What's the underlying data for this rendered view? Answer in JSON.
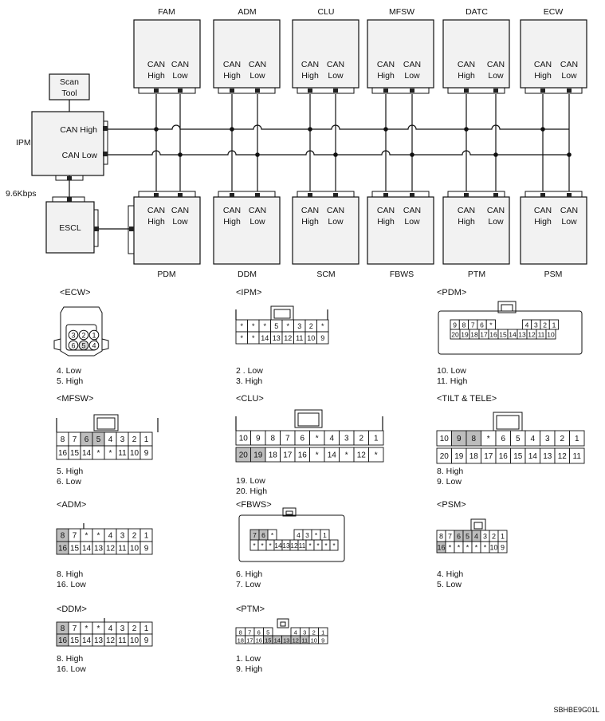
{
  "top_modules": [
    {
      "name": "FAM",
      "l1": "CAN",
      "l2": "High",
      "l3": "CAN",
      "l4": "Low"
    },
    {
      "name": "ADM",
      "l1": "CAN",
      "l2": "High",
      "l3": "CAN",
      "l4": "Low"
    },
    {
      "name": "CLU",
      "l1": "CAN",
      "l2": "High",
      "l3": "CAN",
      "l4": "Low"
    },
    {
      "name": "MFSW",
      "l1": "CAN",
      "l2": "High",
      "l3": "CAN",
      "l4": "Low"
    },
    {
      "name": "DATC",
      "l1": "CAN",
      "l2": "High",
      "l3": "CAN",
      "l4": "Low"
    },
    {
      "name": "ECW",
      "l1": "CAN",
      "l2": "High",
      "l3": "CAN",
      "l4": "Low"
    }
  ],
  "bottom_modules": [
    {
      "name": "PDM",
      "l1": "CAN",
      "l2": "High",
      "l3": "CAN",
      "l4": "Low"
    },
    {
      "name": "DDM",
      "l1": "CAN",
      "l2": "High",
      "l3": "CAN",
      "l4": "Low"
    },
    {
      "name": "SCM",
      "l1": "CAN",
      "l2": "High",
      "l3": "CAN",
      "l4": "Low"
    },
    {
      "name": "FBWS",
      "l1": "CAN",
      "l2": "High",
      "l3": "CAN",
      "l4": "Low"
    },
    {
      "name": "PTM",
      "l1": "CAN",
      "l2": "High",
      "l3": "CAN",
      "l4": "Low"
    },
    {
      "name": "PSM",
      "l1": "CAN",
      "l2": "High",
      "l3": "CAN",
      "l4": "Low"
    }
  ],
  "scan_tool": {
    "line1": "Scan",
    "line2": "Tool"
  },
  "ipm": {
    "label": "IPM",
    "can_high": "CAN High",
    "can_low": "CAN Low",
    "speed": "9.6Kbps"
  },
  "escl": {
    "label": "ESCL"
  },
  "connectors": {
    "ecw": {
      "title": "<ECW>",
      "top": [
        "3",
        "2",
        "1"
      ],
      "bottom": [
        "6",
        "5",
        "4"
      ],
      "pin1": "4. Low",
      "pin2": "5. High"
    },
    "ipm": {
      "title": "<IPM>",
      "top": [
        "*",
        "*",
        "*",
        "5",
        "*",
        "3",
        "2",
        "*"
      ],
      "bottom": [
        "*",
        "*",
        "14",
        "13",
        "12",
        "11",
        "10",
        "9"
      ],
      "pin1": "2 . Low",
      "pin2": "3. High"
    },
    "pdm": {
      "title": "<PDM>",
      "top": [
        "9",
        "8",
        "7",
        "6",
        "*",
        "",
        "",
        "",
        "4",
        "3",
        "2",
        "1"
      ],
      "bottom": [
        "20",
        "19",
        "18",
        "17",
        "16",
        "15",
        "14",
        "13",
        "12",
        "11",
        "10"
      ],
      "pin1": "10. Low",
      "pin2": "11. High"
    },
    "mfsw": {
      "title": "<MFSW>",
      "top": [
        "8",
        "7",
        "6",
        "5",
        "4",
        "3",
        "2",
        "1"
      ],
      "bottom": [
        "16",
        "15",
        "14",
        "*",
        "*",
        "11",
        "10",
        "9"
      ],
      "pin1": "5. High",
      "pin2": "6. Low"
    },
    "clu": {
      "title": "<CLU>",
      "top": [
        "10",
        "9",
        "8",
        "7",
        "6",
        "*",
        "4",
        "3",
        "2",
        "1"
      ],
      "bottom": [
        "20",
        "19",
        "18",
        "17",
        "16",
        "*",
        "14",
        "*",
        "12",
        "*"
      ],
      "pin1": "19. Low",
      "pin2": "20. High"
    },
    "tilt": {
      "title": "<TILT & TELE>",
      "top": [
        "10",
        "9",
        "8",
        "*",
        "6",
        "5",
        "4",
        "3",
        "2",
        "1"
      ],
      "bottom": [
        "20",
        "19",
        "18",
        "17",
        "16",
        "15",
        "14",
        "13",
        "12",
        "11"
      ],
      "pin1": "8. High",
      "pin2": "9. Low"
    },
    "adm": {
      "title": "<ADM>",
      "top": [
        "8",
        "7",
        "*",
        "*",
        "4",
        "3",
        "2",
        "1"
      ],
      "bottom": [
        "16",
        "15",
        "14",
        "13",
        "12",
        "11",
        "10",
        "9"
      ],
      "pin1": "8. High",
      "pin2": "16. Low"
    },
    "fbws": {
      "title": "<FBWS>",
      "top": [
        "7",
        "6",
        "*",
        "",
        "",
        "4",
        "3",
        "*",
        "1"
      ],
      "bottom": [
        "*",
        "*",
        "*",
        "14",
        "13",
        "12",
        "11",
        "*",
        "*",
        "*",
        "*"
      ],
      "pin1": "6. High",
      "pin2": "7. Low"
    },
    "psm": {
      "title": "<PSM>",
      "top": [
        "8",
        "7",
        "6",
        "5",
        "4",
        "3",
        "2",
        "1"
      ],
      "bottom": [
        "16",
        "*",
        "*",
        "*",
        "*",
        "*",
        "10",
        "9"
      ],
      "pin1": "4. High",
      "pin2": "5. Low"
    },
    "ddm": {
      "title": "<DDM>",
      "top": [
        "8",
        "7",
        "*",
        "*",
        "4",
        "3",
        "2",
        "1"
      ],
      "bottom": [
        "16",
        "15",
        "14",
        "13",
        "12",
        "11",
        "10",
        "9"
      ],
      "pin1": "8. High",
      "pin2": "16. Low"
    },
    "ptm": {
      "title": "<PTM>",
      "top": [
        "8",
        "7",
        "6",
        "5",
        "",
        "",
        "4",
        "3",
        "2",
        "1"
      ],
      "bottom": [
        "18",
        "17",
        "16",
        "15",
        "14",
        "13",
        "12",
        "11",
        "10",
        "9"
      ],
      "pin1": "1. Low",
      "pin2": "9. High"
    }
  },
  "figure_code": "SBHBE9G01L"
}
